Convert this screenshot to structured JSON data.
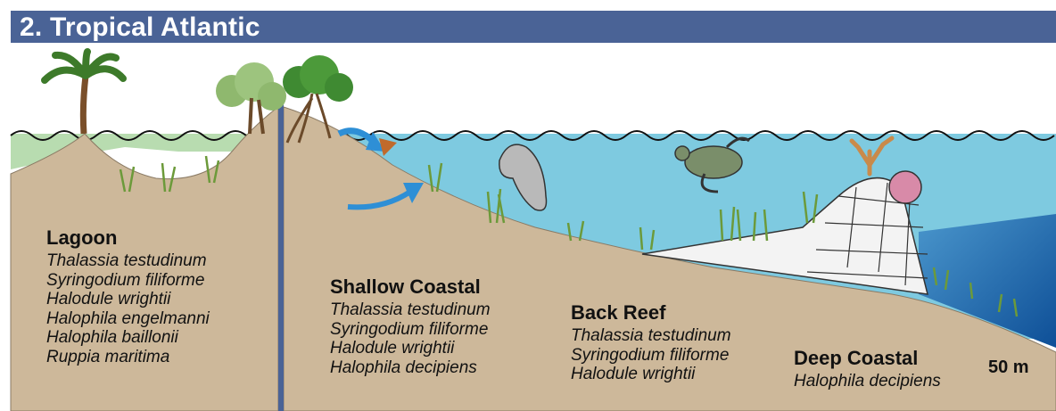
{
  "header": {
    "title": "2. Tropical Atlantic"
  },
  "colors": {
    "header_bg": "#4a6396",
    "water": "#7ecae0",
    "deep_water": "#1f62a8",
    "sand": "#cdb89a",
    "divider": "#4a6396",
    "seagrass": "#6c9a3a",
    "arrow_blue": "#2e8fd6",
    "arrow_orange": "#c06a2c"
  },
  "zones": [
    {
      "title": "Lagoon",
      "species": [
        "Thalassia testudinum",
        "Syringodium filiforme",
        "Halodule wrightii",
        "Halophila engelmanni",
        "Halophila baillonii",
        "Ruppia maritima"
      ]
    },
    {
      "title": "Shallow Coastal",
      "species": [
        "Thalassia testudinum",
        "Syringodium filiforme",
        "Halodule wrightii",
        "Halophila decipiens"
      ]
    },
    {
      "title": "Back Reef",
      "species": [
        "Thalassia testudinum",
        "Syringodium filiforme",
        "Halodule wrightii"
      ]
    },
    {
      "title": "Deep Coastal",
      "species": [
        "Halophila decipiens"
      ]
    }
  ],
  "depth_label": "50 m",
  "icons": [
    "palm-tree-icon",
    "mangrove-tree-icon",
    "manatee-icon",
    "sea-turtle-icon",
    "coral-icon",
    "brain-coral-icon",
    "seagrass-icon",
    "flow-arrow-icon"
  ]
}
